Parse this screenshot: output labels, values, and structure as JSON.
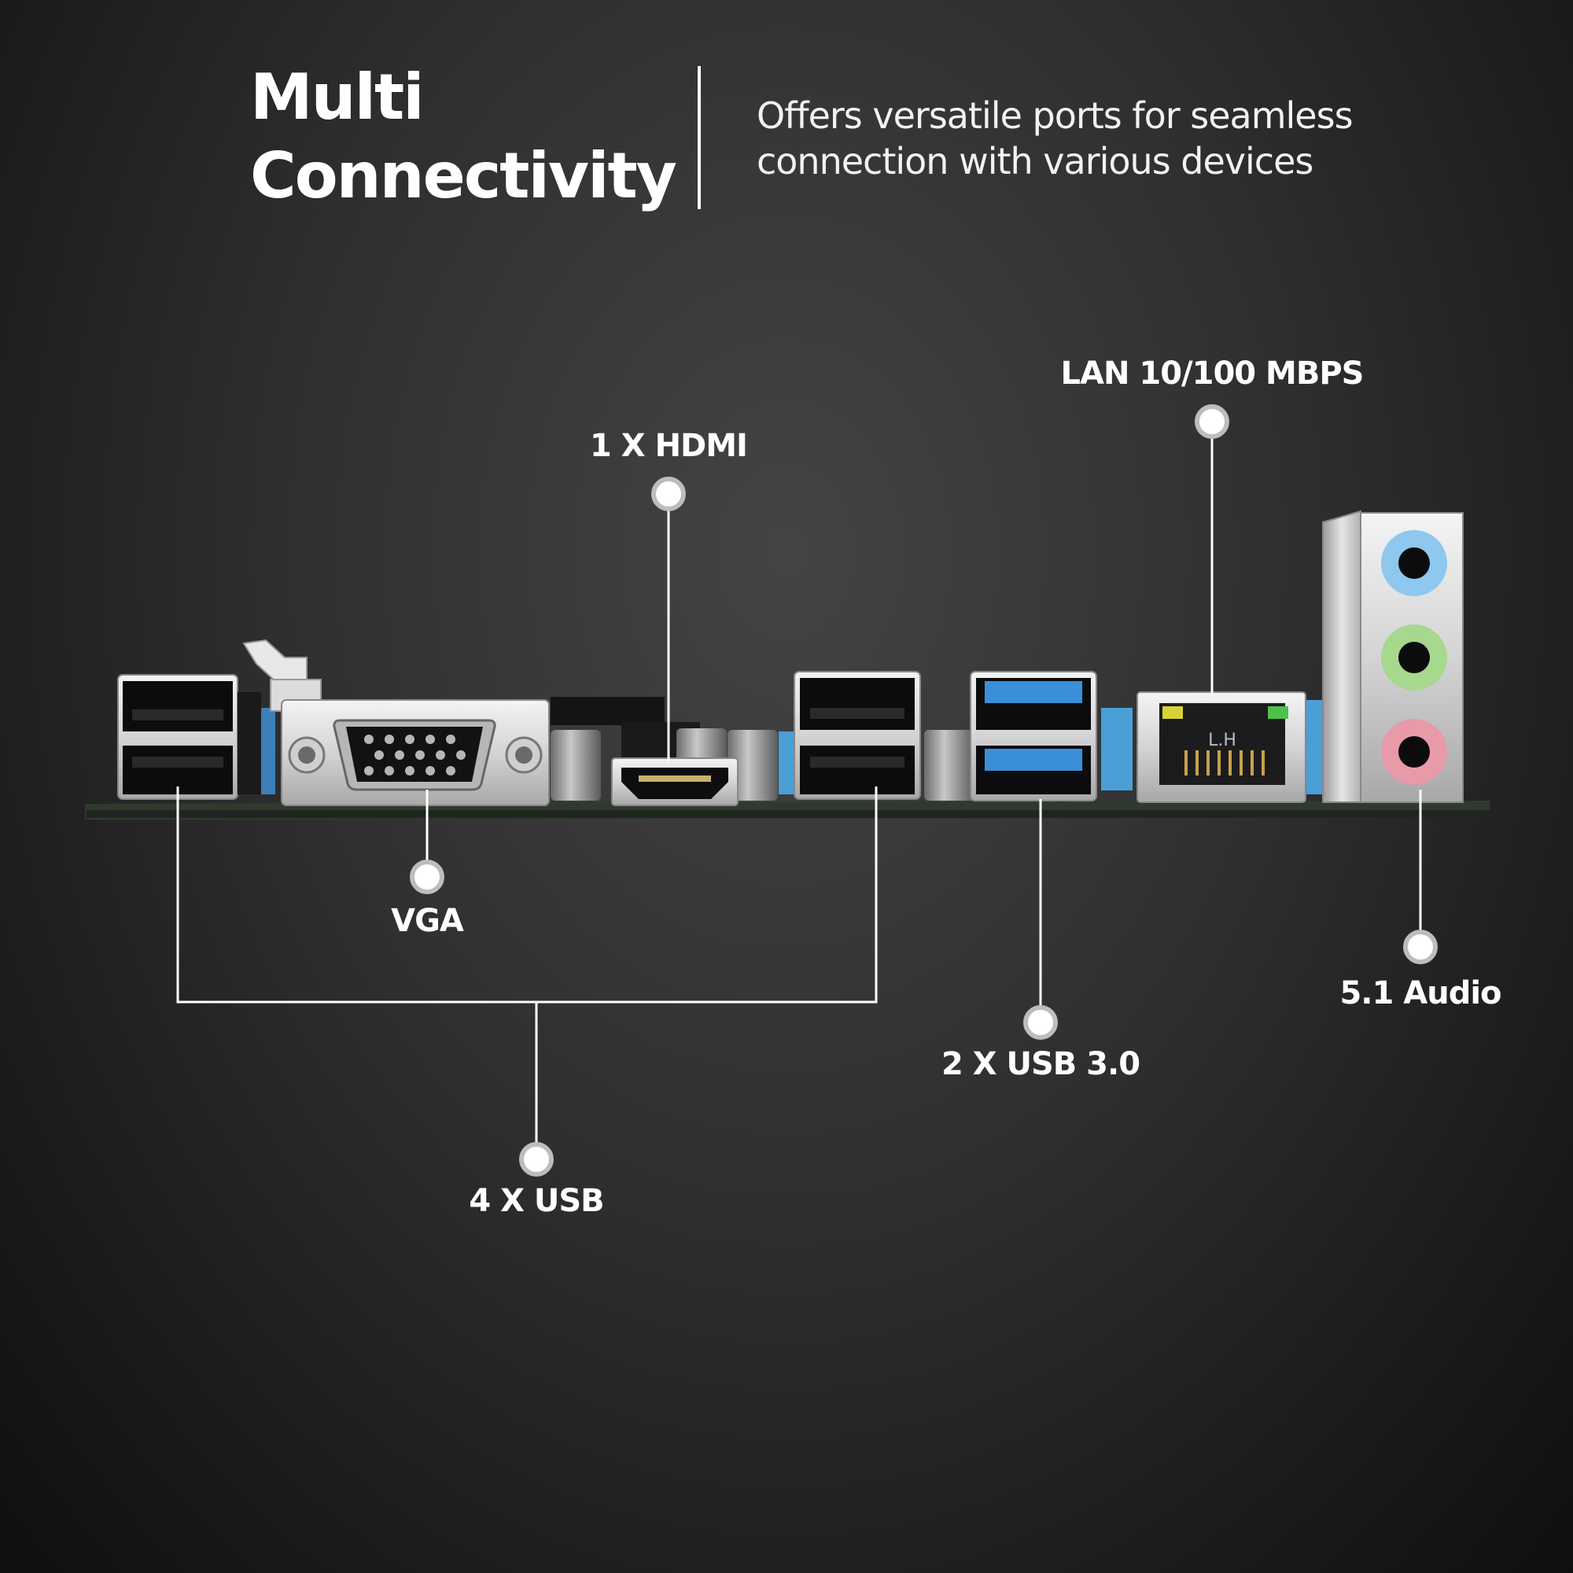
{
  "header": {
    "title_line1": "Multi",
    "title_line2": "Connectivity",
    "tagline_line1": "Offers versatile ports for seamless",
    "tagline_line2": "connection with various devices"
  },
  "ports": {
    "lan": "LAN 10/100 MBPS",
    "hdmi": "1 X HDMI",
    "vga": "VGA",
    "usb3": "2 X USB 3.0",
    "audio": "5.1 Audio",
    "usb": "4 X USB"
  },
  "board_markings": {
    "lan_jack": "L.H"
  },
  "colors": {
    "background": "#2f2f31",
    "text": "#ffffff",
    "usb3_blue": "#3a8fd8",
    "audio_blue": "#8fc8ee",
    "audio_green": "#a6d88e",
    "audio_pink": "#e89aa8",
    "lan_led_yellow": "#d8d23a",
    "lan_led_green": "#4fc04a"
  }
}
